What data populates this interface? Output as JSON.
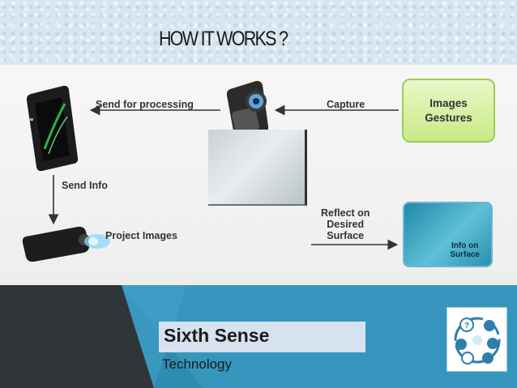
{
  "slide": {
    "title": "HOW IT WORKS ?"
  },
  "diagram": {
    "edges": [
      {
        "label": "Capture"
      },
      {
        "label": "Send for processing"
      },
      {
        "label": "Send Info"
      },
      {
        "label": "Project Images"
      },
      {
        "label": "Reflect on\nDesired\nSurface"
      }
    ],
    "nodes": {
      "source": {
        "line1": "Images",
        "line2": "Gestures"
      },
      "output": {
        "line1": "Info on",
        "line2": "Surface"
      }
    },
    "colors": {
      "source_fill": "#c9ea86",
      "source_border": "#9ecb5a",
      "output_fill": "#5fc0d7",
      "arrow": "#333333"
    },
    "icons": [
      "smartphone-icon",
      "camera-icon",
      "projector-icon",
      "projection-screen-icon"
    ]
  },
  "branding": {
    "name": "Sixth Sense",
    "subtitle": "Technology"
  },
  "theme": {
    "bottom_band": "#3696bd",
    "dark_triangle": "#2f3538",
    "header_band": "#d9e6f1"
  }
}
